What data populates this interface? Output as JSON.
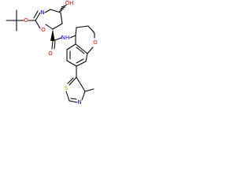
{
  "structure": {
    "colors": {
      "bond": "#000000",
      "carbon_text": "#000000",
      "oxygen": "#ff0000",
      "nitrogen": "#0000ff",
      "sulfur": "#c8a000"
    },
    "atom_labels": {
      "carbamate_ester_o": "O",
      "boc_carbonyl_o": "O",
      "hydroxyl": "OH",
      "pyrrolidine_n": "N",
      "amide_o": "O",
      "amide_nh": "NH",
      "ring_ether_o": "O",
      "thiazole_s": "S",
      "thiazole_n": "N"
    }
  }
}
